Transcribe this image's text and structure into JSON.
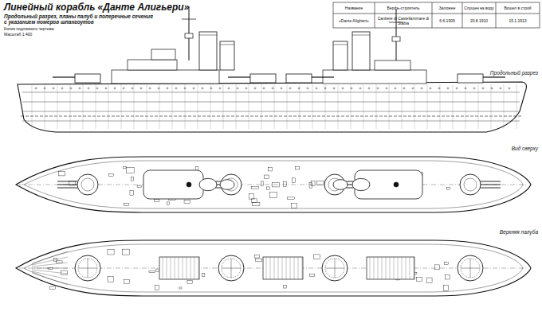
{
  "diagram": {
    "title": "Линейный корабль «Данте Алигьери»",
    "labels": [
      "Продольный разрез, планы палуб и поперечные сечения с указанием номеров шпангоутов",
      "Копия подлинного чертежа",
      "Масштаб 1:400",
      "Название",
      "Верфь-строитель",
      "Заложен",
      "Спущен на воду",
      "Вошел в строй",
      "«Dante Alighieri»",
      "Cantiere di Castellammare di Stabia",
      "6.6.1909",
      "20.8.1910",
      "15.1.1913",
      "Продольный разрез",
      "Вид сверху",
      "Верхняя палуба"
    ]
  }
}
